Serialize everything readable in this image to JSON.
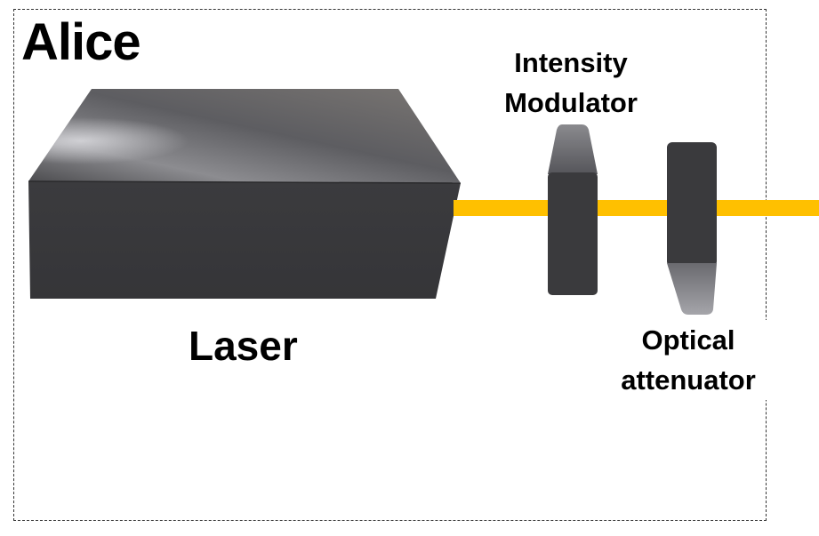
{
  "diagram": {
    "title": "Alice",
    "components": {
      "laser": {
        "label": "Laser"
      },
      "intensity_modulator": {
        "label_line1": "Intensity",
        "label_line2": "Modulator"
      },
      "optical_attenuator": {
        "label_line1": "Optical",
        "label_line2": "attenuator"
      }
    },
    "colors": {
      "beam": "#FFC000",
      "device_body": "#3a3a3d",
      "frame": "#333333"
    }
  }
}
